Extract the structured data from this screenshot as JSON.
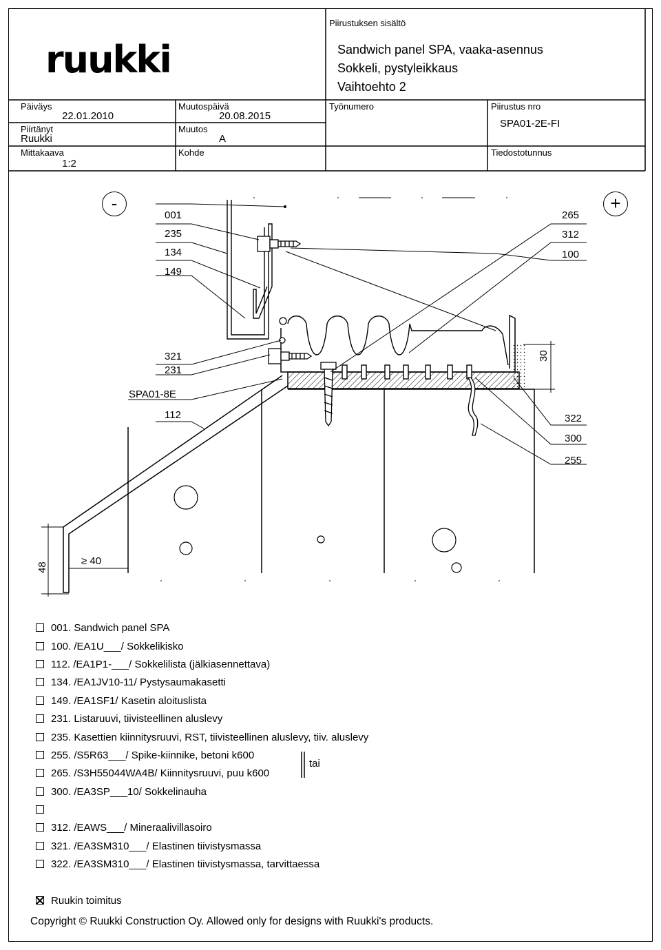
{
  "header": {
    "logo": "ruukki",
    "contents_label": "Piirustuksen sisältö",
    "title_lines": [
      "Sandwich panel SPA, vaaka-asennus",
      "Sokkeli, pystyleikkaus",
      "Vaihtoehto 2"
    ],
    "date_label": "Päiväys",
    "date_value": "22.01.2010",
    "modified_date_label": "Muutospäivä",
    "modified_date_value": "20.08.2015",
    "work_number_label": "Työnumero",
    "drawing_number_label": "Piirustus nro",
    "drawing_number_value": "SPA01-2E-FI",
    "drawn_by_label": "Piirtänyt",
    "drawn_by_value": "Ruukki",
    "revision_label": "Muutos",
    "revision_value": "A",
    "scale_label": "Mittakaava",
    "scale_value": "1:2",
    "object_label": "Kohde",
    "file_id_label": "Tiedostotunnus"
  },
  "drawing": {
    "minus": "-",
    "plus": "+",
    "left_labels": [
      "001",
      "235",
      "134",
      "149",
      "321",
      "231",
      "SPA01-8E",
      "112"
    ],
    "right_labels": [
      "265",
      "312",
      "100",
      "322",
      "300",
      "255"
    ],
    "dim_30": "30",
    "dim_48": "48",
    "dim_40": "≥ 40"
  },
  "legend": {
    "items": [
      "001. Sandwich panel SPA",
      "100. /EA1U___/ Sokkelikisko",
      "112. /EA1P1-___/ Sokkelilista (jälkiasennettava)",
      "134. /EA1JV10-11/ Pystysaumakasetti",
      "149. /EA1SF1/ Kasetin aloituslista",
      "231. Listaruuvi, tiivisteellinen aluslevy",
      "235. Kasettien kiinnitysruuvi, RST, tiivisteellinen aluslevy, tiiv. aluslevy",
      "255. /S5R63___/ Spike-kiinnike, betoni  k600",
      "265. /S3H55044WA4B/ Kiinnitysruuvi, puu k600",
      "300. /EA3SP___10/ Sokkelinauha",
      "",
      "312. /EAWS___/ Mineraalivillasoiro",
      "321. /EA3SM310___/ Elastinen tiivistysmassa",
      "322. /EA3SM310___/ Elastinen tiivistysmassa, tarvittaessa"
    ],
    "tai": "tai",
    "delivery": "Ruukin toimitus",
    "copyright": "Copyright © Ruukki Construction Oy. Allowed only for designs with Ruukki's products."
  }
}
